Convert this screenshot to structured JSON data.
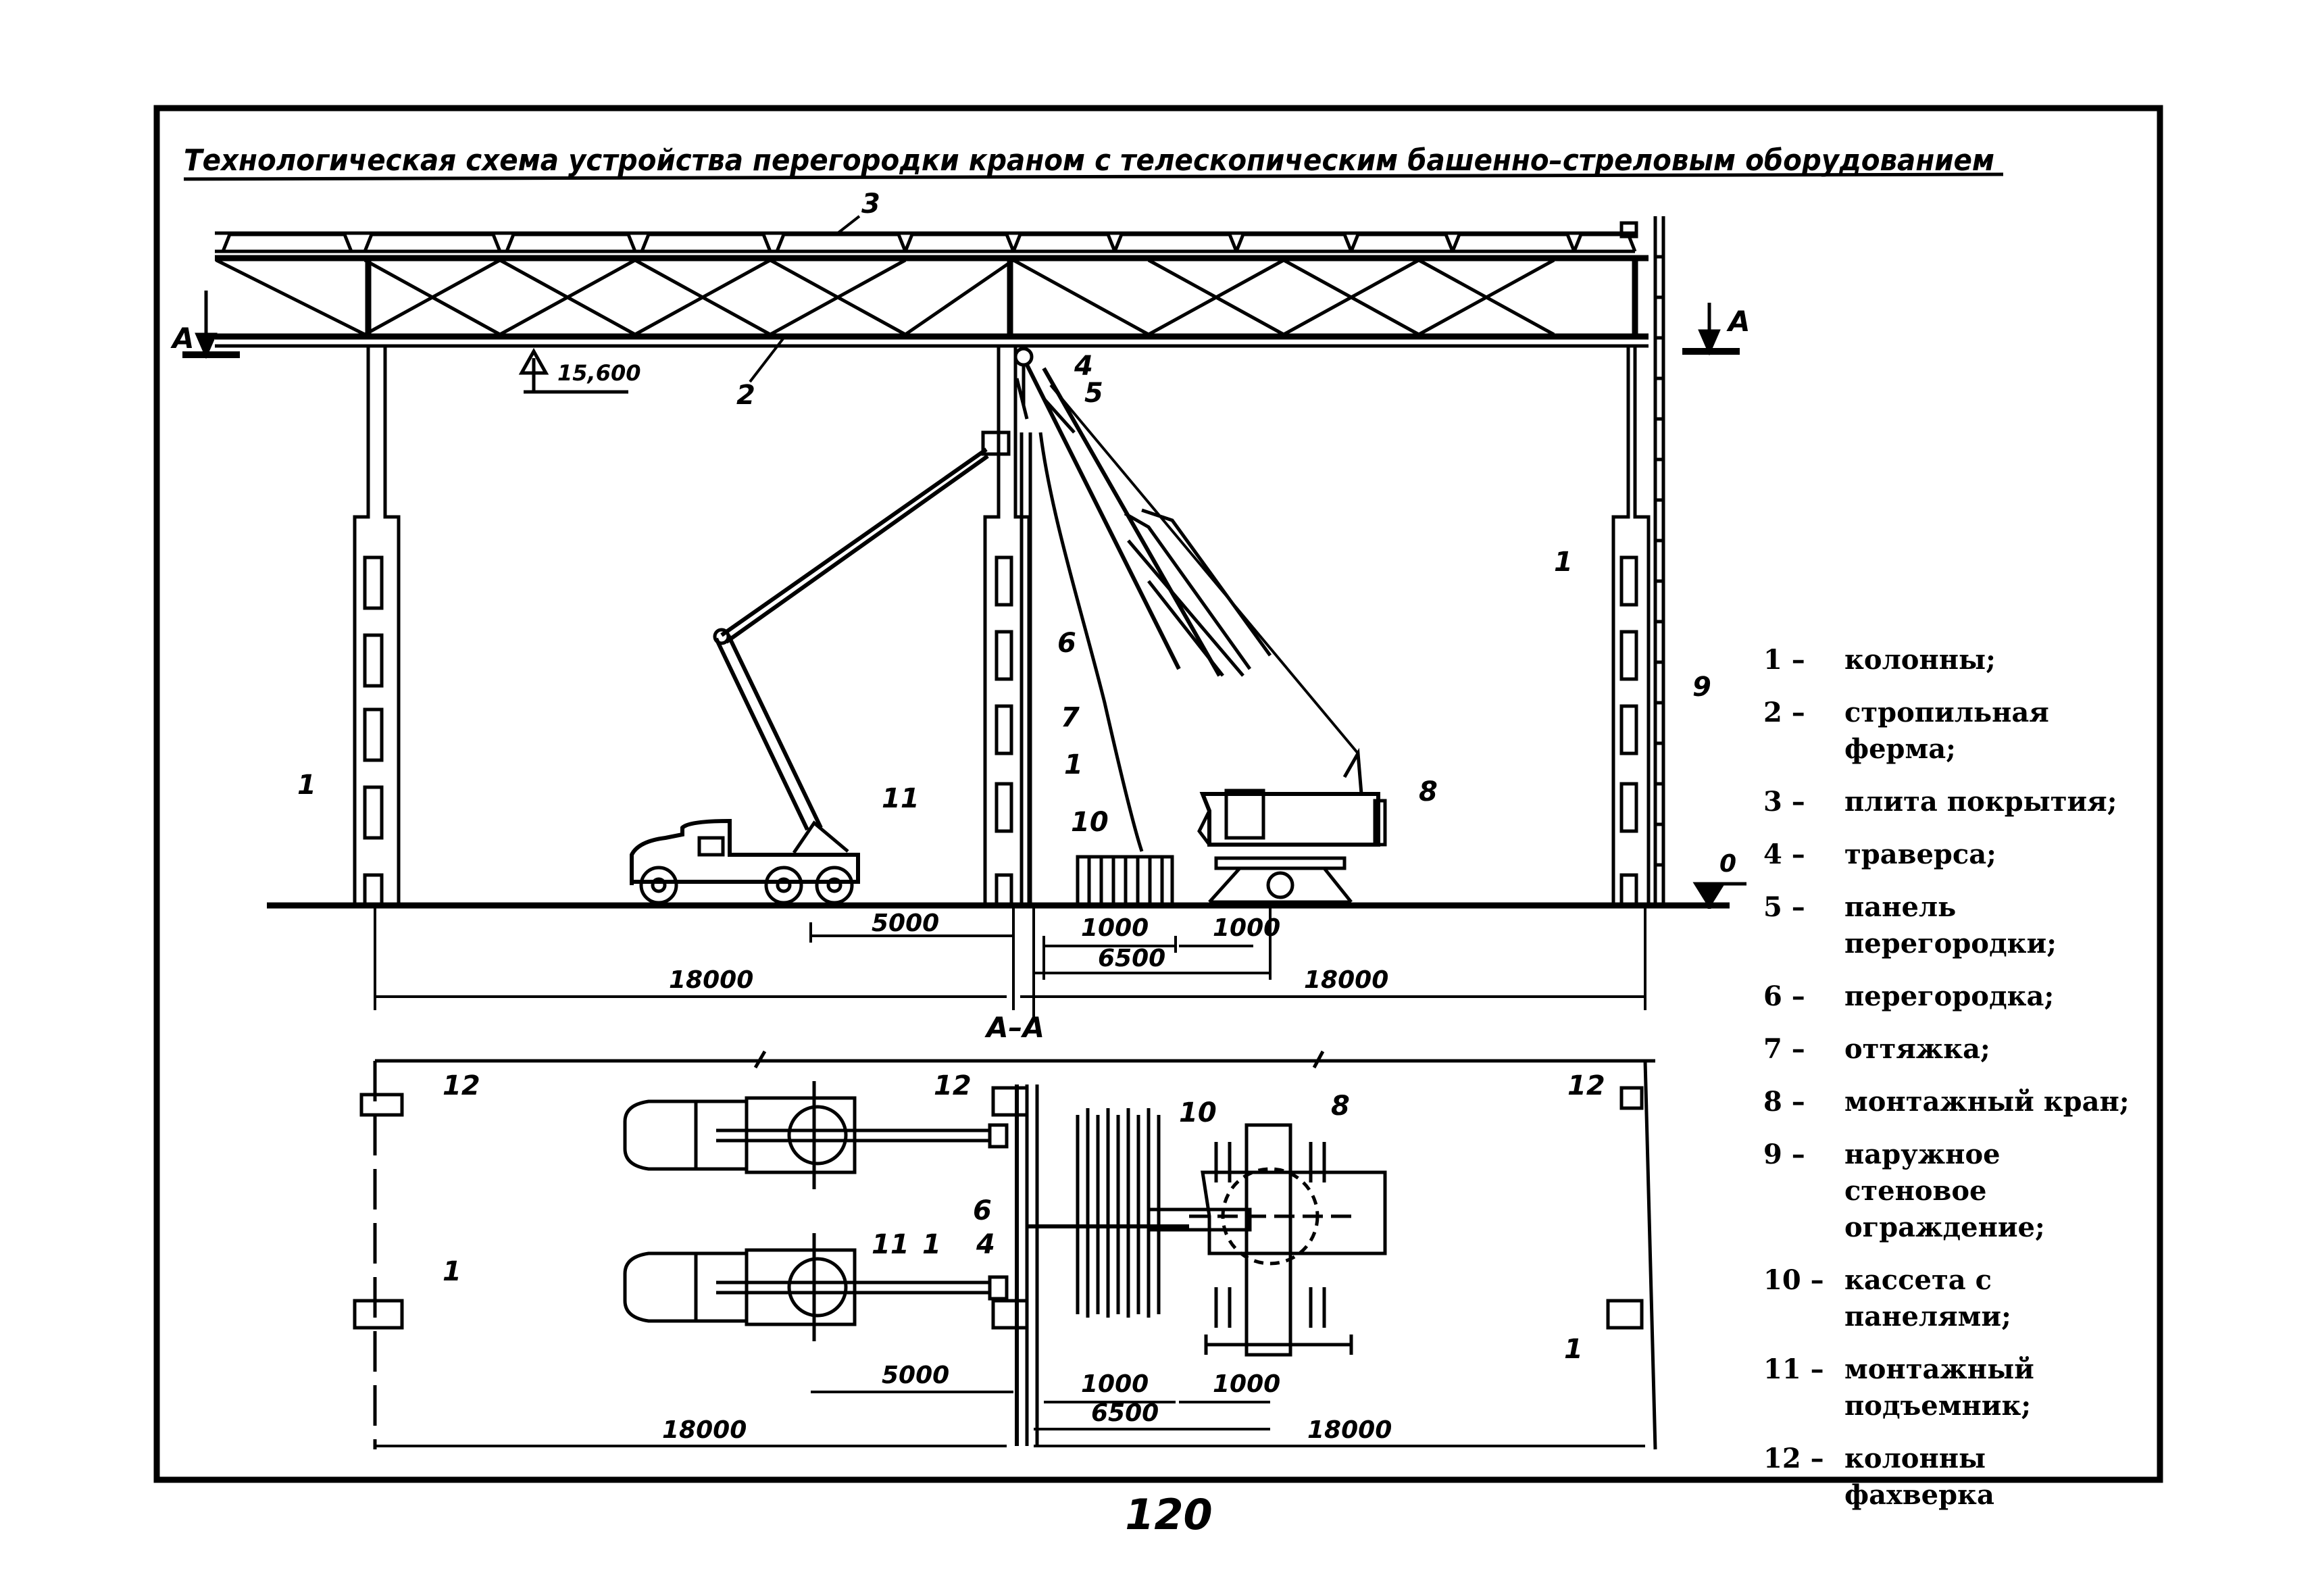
{
  "title": "Технологическая схема устройства перегородки краном с телескопическим башенно–стреловым оборудованием",
  "section_label": "А–А",
  "section_mark": "А",
  "elevation_top": "15,600",
  "elevation_zero": "0",
  "page_number": "120",
  "callouts": {
    "c1": "1",
    "c2": "2",
    "c3": "3",
    "c4": "4",
    "c5": "5",
    "c6": "6",
    "c7": "7",
    "c8": "8",
    "c9": "9",
    "c10": "10",
    "c11": "11",
    "c12": "12"
  },
  "dimensions": {
    "d18000": "18000",
    "d5000": "5000",
    "d1000": "1000",
    "d6500": "6500"
  },
  "legend": [
    {
      "num": "1 –",
      "text": "колонны;"
    },
    {
      "num": "2 –",
      "text": "стропильная ферма;"
    },
    {
      "num": "3 –",
      "text": "плита покрытия;"
    },
    {
      "num": "4 –",
      "text": "траверса;"
    },
    {
      "num": "5 –",
      "text": "панель перегородки;"
    },
    {
      "num": "6 –",
      "text": "перегородка;"
    },
    {
      "num": "7 –",
      "text": "оттяжка;"
    },
    {
      "num": "8 –",
      "text": "монтажный кран;"
    },
    {
      "num": "9 –",
      "text": "наружное стеновое ограждение;"
    },
    {
      "num": "10 –",
      "text": "кассета с панелями;"
    },
    {
      "num": "11 –",
      "text": "монтажный подъемник;"
    },
    {
      "num": "12 –",
      "text": "колонны фахверка"
    }
  ],
  "colors": {
    "ink": "#000000",
    "paper": "#ffffff"
  }
}
